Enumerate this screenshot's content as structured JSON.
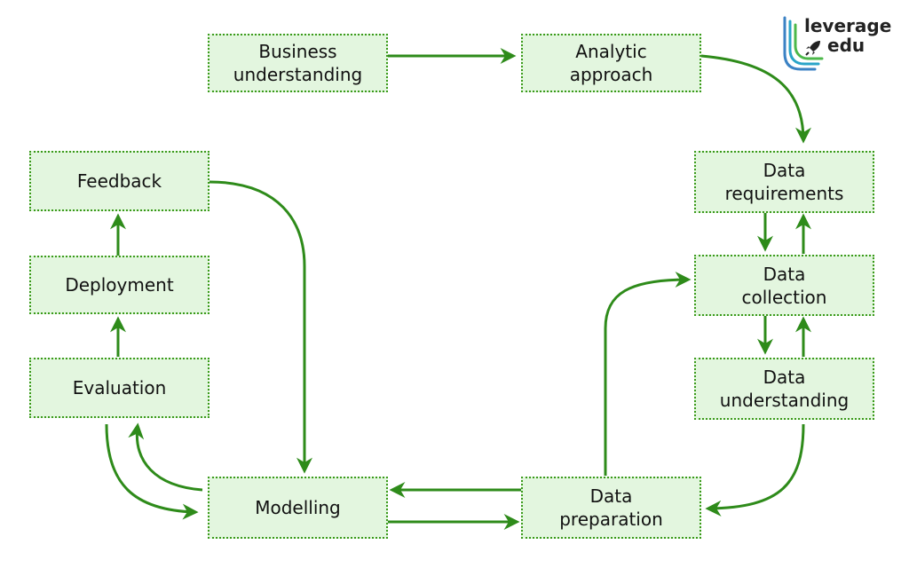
{
  "diagram": {
    "nodes": [
      {
        "id": "business",
        "lines": [
          "Business",
          "understanding"
        ]
      },
      {
        "id": "analytic",
        "lines": [
          "Analytic",
          "approach"
        ]
      },
      {
        "id": "requirements",
        "lines": [
          "Data",
          "requirements"
        ]
      },
      {
        "id": "collection",
        "lines": [
          "Data",
          "collection"
        ]
      },
      {
        "id": "understanding",
        "lines": [
          "Data",
          "understanding"
        ]
      },
      {
        "id": "preparation",
        "lines": [
          "Data",
          "preparation"
        ]
      },
      {
        "id": "modelling",
        "lines": [
          "Modelling"
        ]
      },
      {
        "id": "evaluation",
        "lines": [
          "Evaluation"
        ]
      },
      {
        "id": "deployment",
        "lines": [
          "Deployment"
        ]
      },
      {
        "id": "feedback",
        "lines": [
          "Feedback"
        ]
      }
    ],
    "edges": [
      {
        "from": "business",
        "to": "analytic"
      },
      {
        "from": "analytic",
        "to": "requirements"
      },
      {
        "from": "requirements",
        "to": "collection"
      },
      {
        "from": "collection",
        "to": "requirements"
      },
      {
        "from": "collection",
        "to": "understanding"
      },
      {
        "from": "understanding",
        "to": "collection"
      },
      {
        "from": "understanding",
        "to": "preparation"
      },
      {
        "from": "preparation",
        "to": "collection"
      },
      {
        "from": "preparation",
        "to": "modelling"
      },
      {
        "from": "modelling",
        "to": "preparation"
      },
      {
        "from": "modelling",
        "to": "evaluation"
      },
      {
        "from": "evaluation",
        "to": "modelling"
      },
      {
        "from": "evaluation",
        "to": "deployment"
      },
      {
        "from": "deployment",
        "to": "feedback"
      },
      {
        "from": "feedback",
        "to": "modelling"
      }
    ]
  },
  "logo": {
    "line1": "leverage",
    "line2": "edu",
    "icon": "rocket-icon"
  },
  "colors": {
    "node_fill": "#e3f6df",
    "node_border": "#3a9a1a",
    "arrow": "#2e8b1a"
  }
}
